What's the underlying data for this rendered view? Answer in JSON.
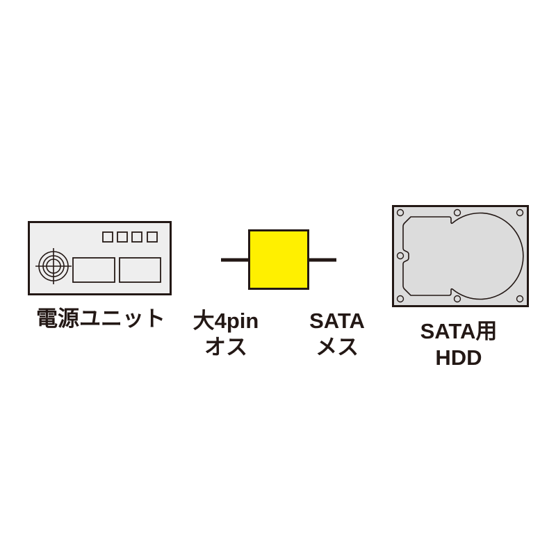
{
  "colors": {
    "stroke": "#231815",
    "device_fill": "#eeeeee",
    "hdd_fill": "#dcdcdc",
    "connector_fill": "#fff000",
    "background": "#ffffff"
  },
  "power_supply": {
    "icon": "power-supply-unit-icon",
    "label": "電源ユニット"
  },
  "connector_left": {
    "line1": "大4pin",
    "line2": "オス"
  },
  "connector_right": {
    "line1": "SATA",
    "line2": "メス"
  },
  "adapter": {
    "icon": "adapter-connector-icon"
  },
  "hdd": {
    "icon": "hard-disk-drive-icon",
    "line1": "SATA用",
    "line2": "HDD"
  }
}
